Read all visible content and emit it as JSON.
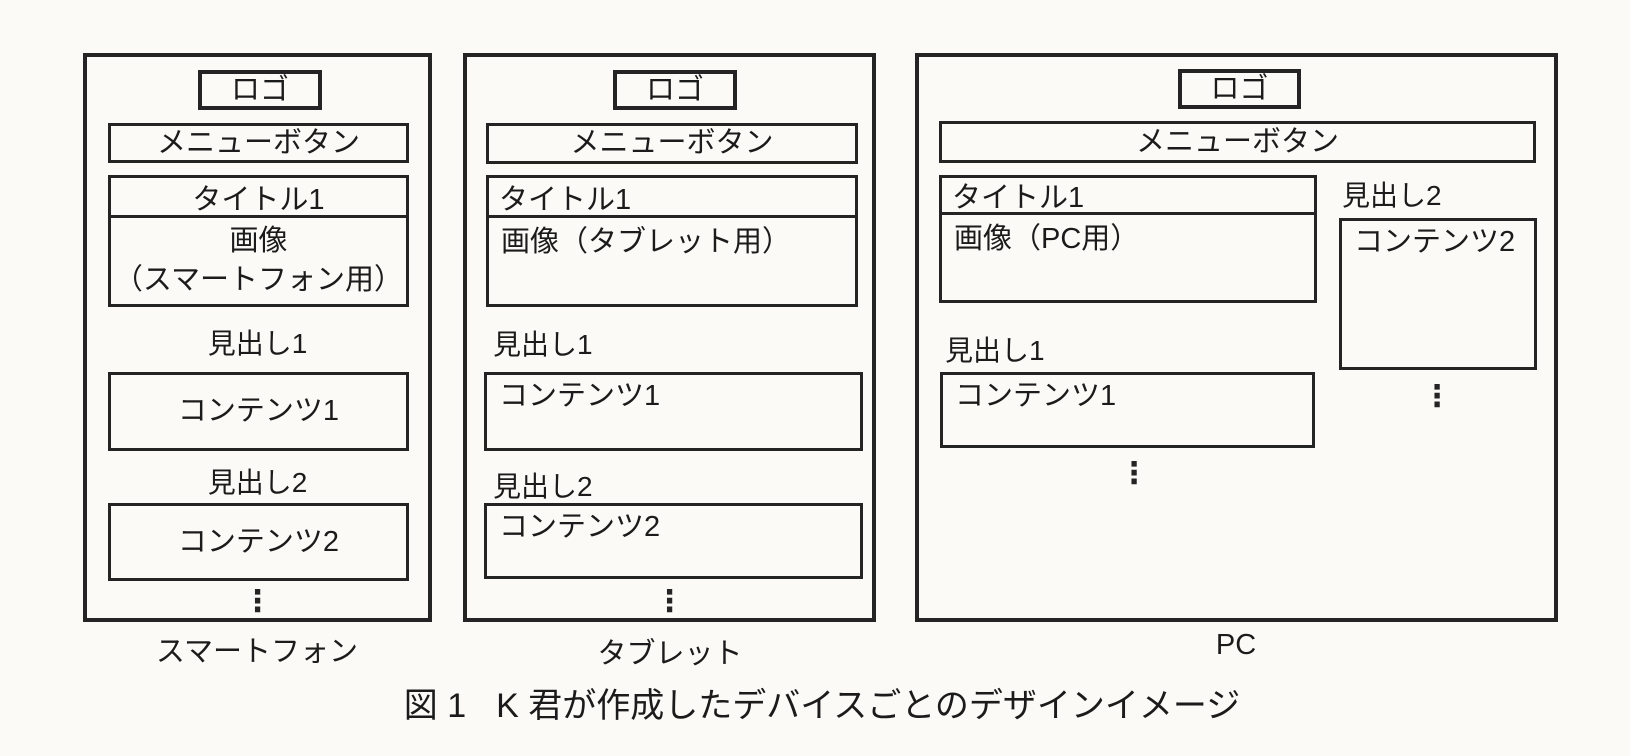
{
  "figure": {
    "caption_prefix": "図 1",
    "caption_text": "K 君が作成したデバイスごとのデザインイメージ",
    "ellipsis": "⋮",
    "panels": {
      "smartphone": {
        "label": "スマートフォン",
        "logo": "ロゴ",
        "menu": "メニューボタン",
        "title": "タイトル1",
        "image_line1": "画像",
        "image_line2": "（スマートフォン用）",
        "heading1": "見出し1",
        "content1": "コンテンツ1",
        "heading2": "見出し2",
        "content2": "コンテンツ2"
      },
      "tablet": {
        "label": "タブレット",
        "logo": "ロゴ",
        "menu": "メニューボタン",
        "title": "タイトル1",
        "image": "画像（タブレット用）",
        "heading1": "見出し1",
        "content1": "コンテンツ1",
        "heading2": "見出し2",
        "content2": "コンテンツ2"
      },
      "pc": {
        "label": "PC",
        "logo": "ロゴ",
        "menu": "メニューボタン",
        "title": "タイトル1",
        "image": "画像（PC用）",
        "heading1": "見出し1",
        "content1": "コンテンツ1",
        "heading2": "見出し2",
        "content2": "コンテンツ2"
      }
    }
  }
}
